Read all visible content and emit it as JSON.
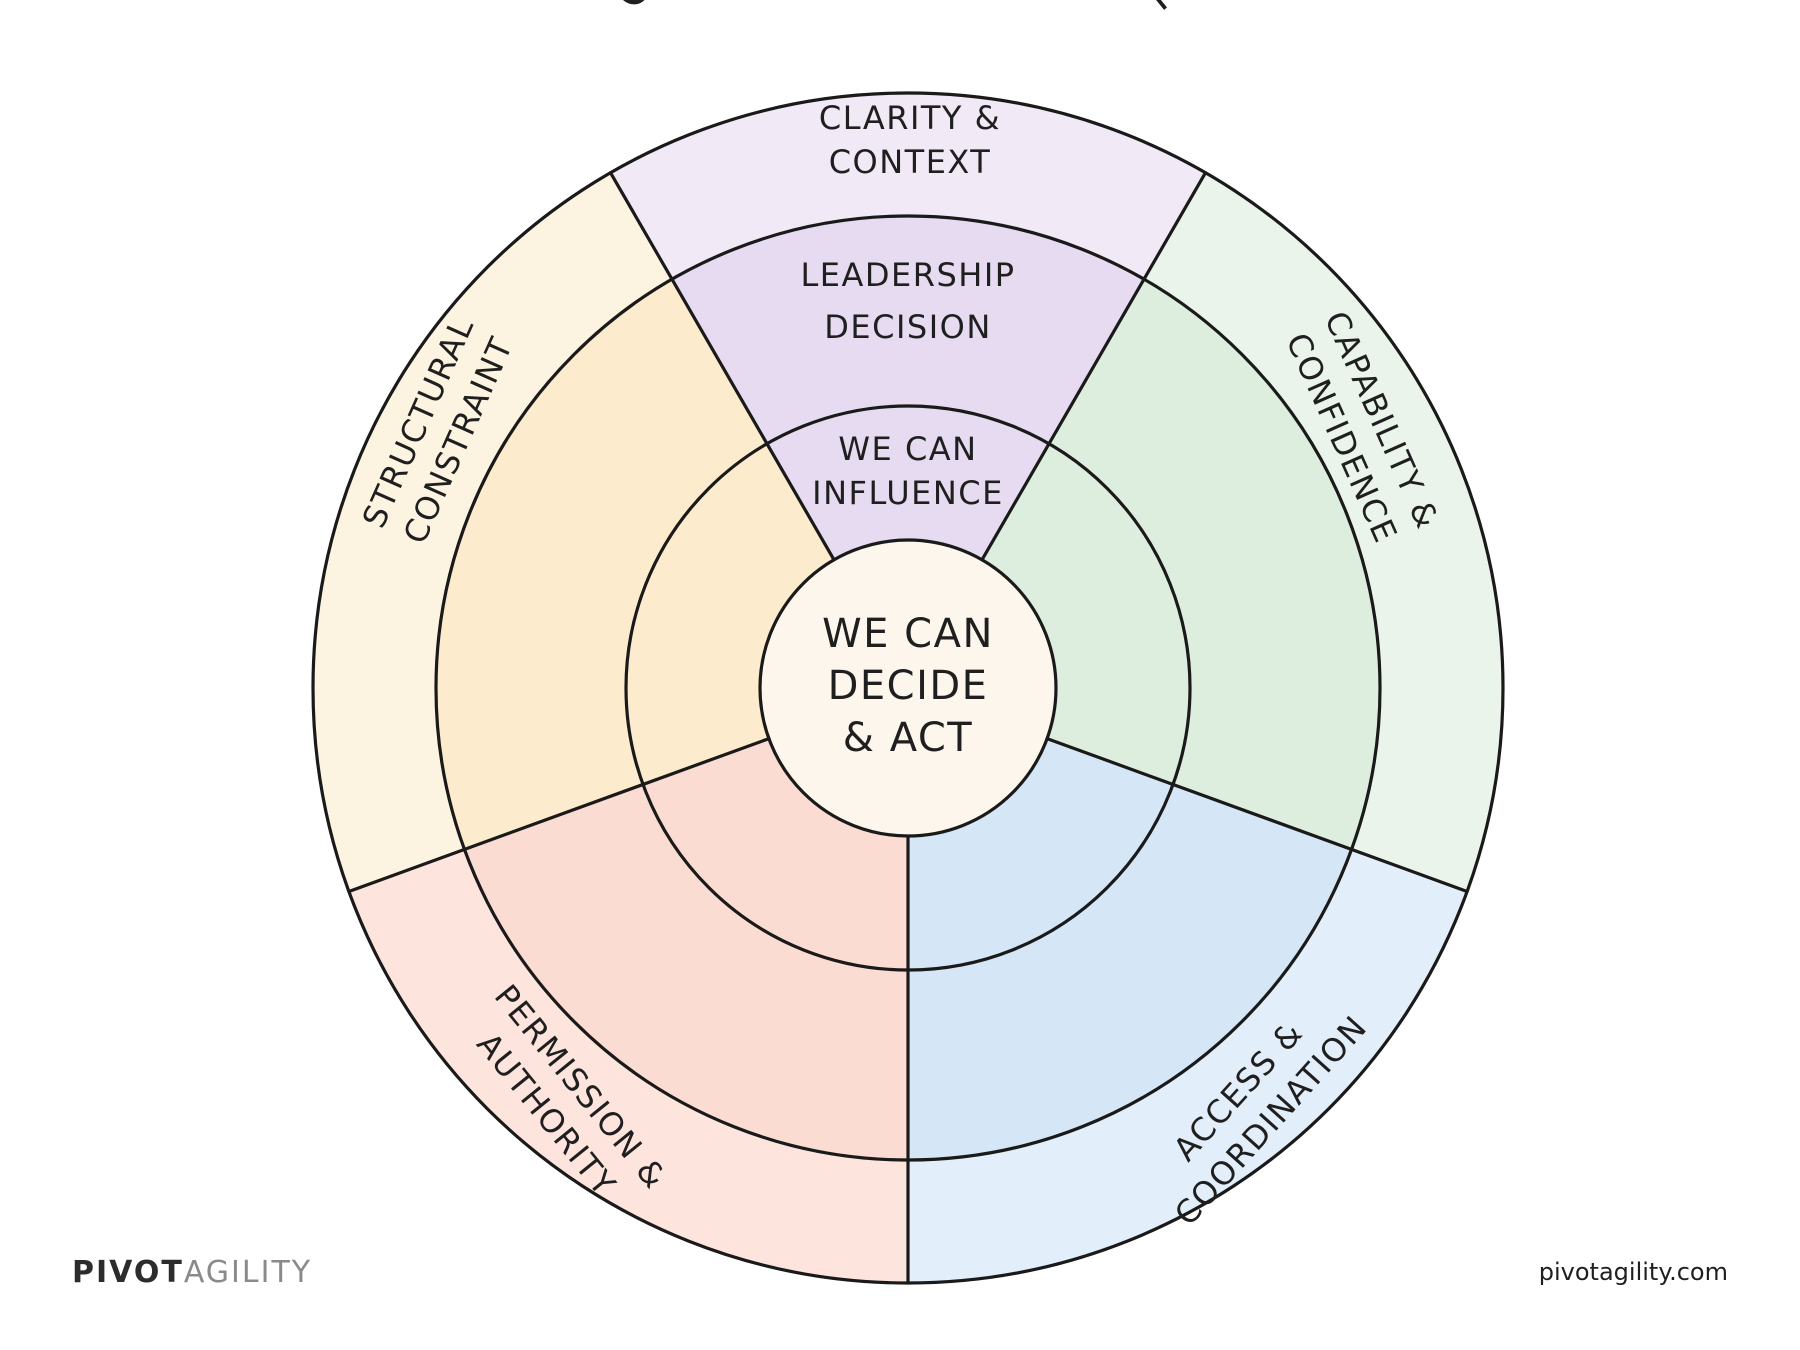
{
  "title": "OUTSIDE OUR CONTROL",
  "center": {
    "lines": [
      "WE CAN",
      "DECIDE",
      "& ACT"
    ]
  },
  "top_sector": {
    "influence": [
      "WE CAN",
      "INFLUENCE"
    ],
    "leadership": [
      "LEADERSHIP",
      "DECISION"
    ]
  },
  "segments": [
    {
      "id": "clarity",
      "lines": [
        "CLARITY &",
        "CONTEXT"
      ],
      "color_outer": "#f1e9f6",
      "color_inner": "#e6dbf1"
    },
    {
      "id": "capability",
      "lines": [
        "CAPABILITY &",
        "CONFIDENCE"
      ],
      "color_outer": "#eaf4ea",
      "color_inner": "#deeede"
    },
    {
      "id": "access",
      "lines": [
        "ACCESS &",
        "COORDINATION"
      ],
      "color_outer": "#e2eef9",
      "color_inner": "#d5e6f7"
    },
    {
      "id": "permission",
      "lines": [
        "PERMISSION &",
        "AUTHORITY"
      ],
      "color_outer": "#fde5de",
      "color_inner": "#fbdcd2"
    },
    {
      "id": "structural",
      "lines": [
        "STRUCTURAL",
        "CONSTRAINT"
      ],
      "color_outer": "#fdf3e1",
      "color_inner": "#fcebcc"
    }
  ],
  "center_color": "#fdf6ec",
  "footer": {
    "brand_left": "PIVOT",
    "brand_right": "AGILITY",
    "site": "pivotagility.com"
  }
}
